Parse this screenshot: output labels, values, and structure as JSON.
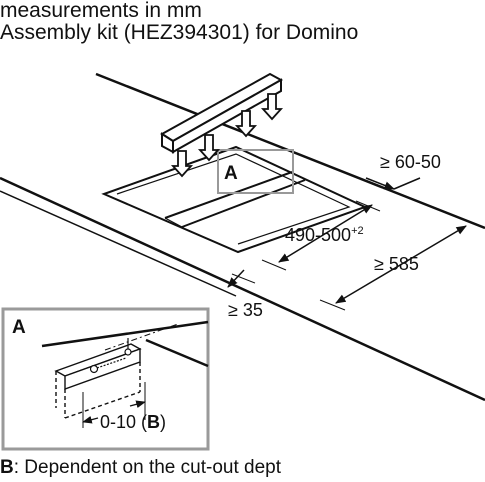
{
  "header": {
    "line1": "measurements in mm",
    "line2": "Assembly kit (HEZ394301) for Domino"
  },
  "dimensions": {
    "depth_range": "≥ 60-50",
    "cutout_width": "490-500",
    "cutout_width_tolerance": "+2",
    "min_depth": "≥ 585",
    "min_edge": "≥ 35"
  },
  "callouts": {
    "detail_marker": "A",
    "detail_title": "A",
    "offset_value": "0-10 (",
    "offset_ref": "B",
    "offset_close": ")"
  },
  "footer": {
    "key": "B",
    "text": ": Dependent on the cut-out dept"
  }
}
